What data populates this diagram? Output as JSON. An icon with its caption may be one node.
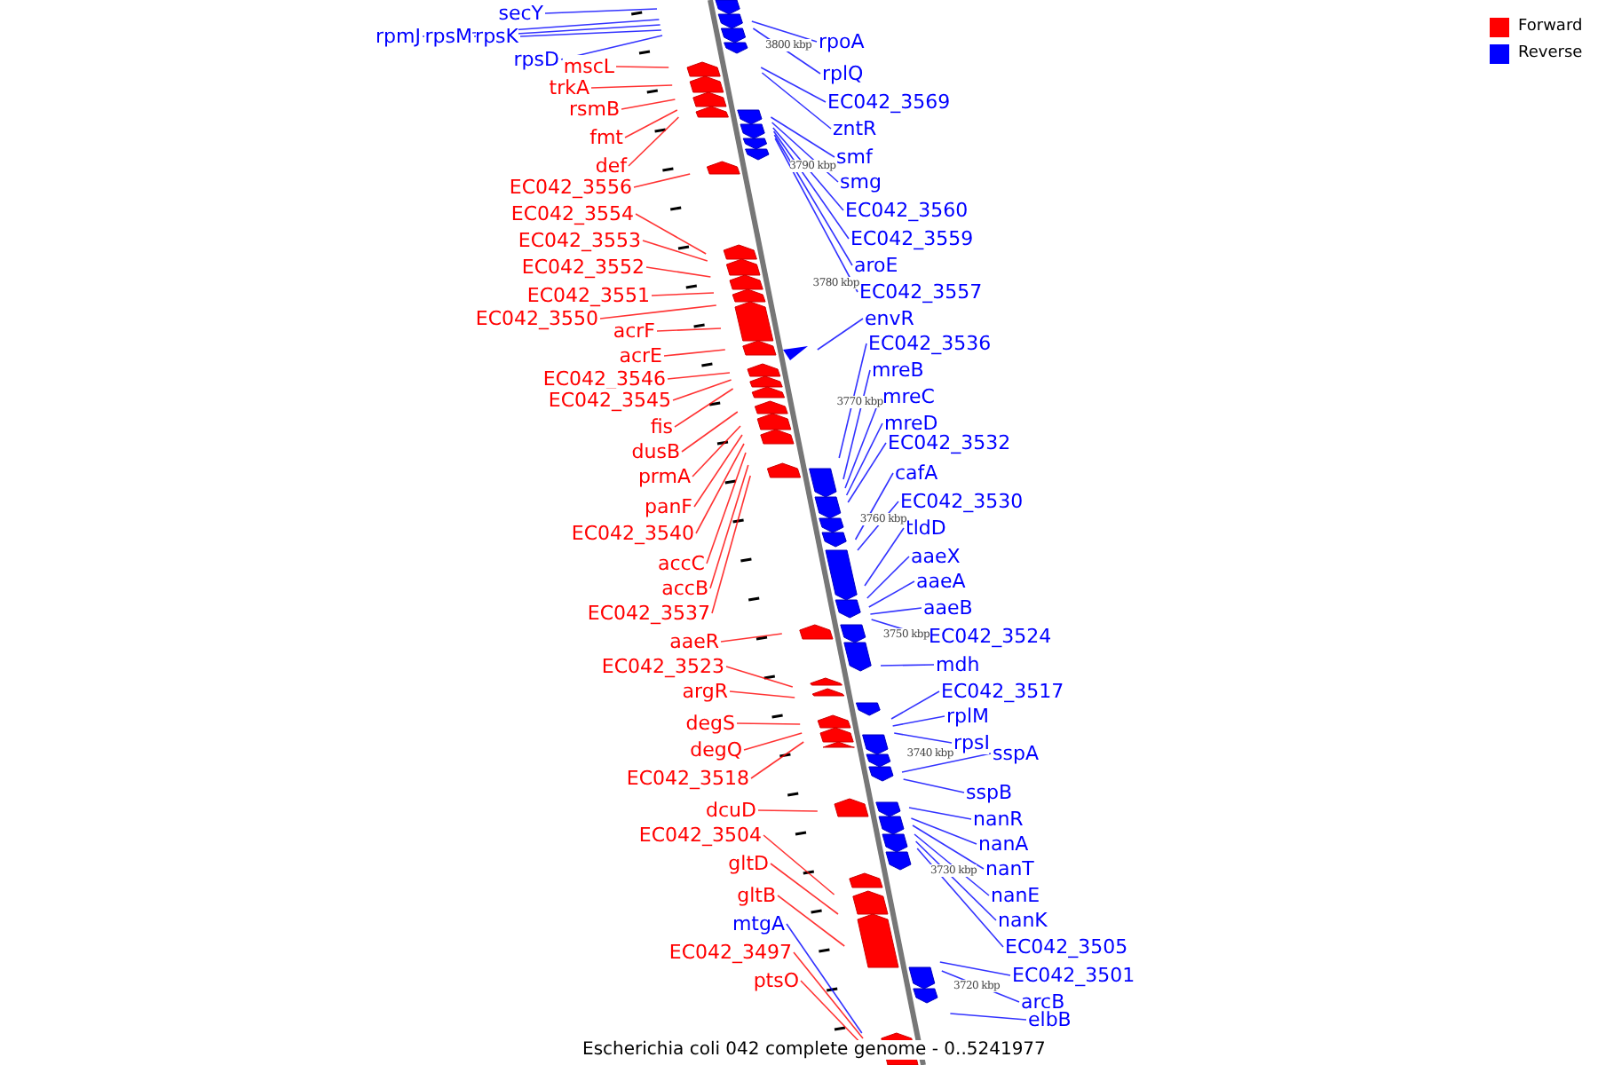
{
  "diagram": {
    "caption": "Escherichia coli 042 complete genome - 0..5241977",
    "nodes": [
      {
        "text": [
          "secY"
        ]
      },
      {
        "text": [
          "rpmJ"
        ]
      },
      {
        "text": [
          "rpsM"
        ]
      },
      {
        "text": [
          "rpsK"
        ]
      },
      {
        "text": [
          "rpsD"
        ]
      },
      {
        "text": [
          "mscL"
        ]
      },
      {
        "text": [
          "trkA"
        ]
      },
      {
        "text": [
          "rsmB"
        ]
      },
      {
        "text": [
          "fmt"
        ]
      },
      {
        "text": [
          "def"
        ]
      },
      {
        "text": [
          "EC042_3556"
        ]
      },
      {
        "text": [
          "EC042_3554"
        ]
      },
      {
        "text": [
          "EC042_3553"
        ]
      },
      {
        "text": [
          "EC042_3552"
        ]
      },
      {
        "text": [
          "EC042_3551"
        ]
      },
      {
        "text": [
          "EC042_3550"
        ]
      },
      {
        "text": [
          "acrF"
        ]
      },
      {
        "text": [
          "acrE"
        ]
      },
      {
        "text": [
          "EC042_3546"
        ]
      },
      {
        "text": [
          "EC042_3545"
        ]
      },
      {
        "text": [
          "fis"
        ]
      },
      {
        "text": [
          "dusB"
        ]
      },
      {
        "text": [
          "prmA"
        ]
      },
      {
        "text": [
          "panF"
        ]
      },
      {
        "text": [
          "EC042_3540"
        ]
      },
      {
        "text": [
          "accC"
        ]
      },
      {
        "text": [
          "accB"
        ]
      },
      {
        "text": [
          "EC042_3537"
        ]
      },
      {
        "text": [
          "aaeR"
        ]
      },
      {
        "text": [
          "EC042_3523"
        ]
      },
      {
        "text": [
          "argR"
        ]
      },
      {
        "text": [
          "degS"
        ]
      },
      {
        "text": [
          "degQ"
        ]
      },
      {
        "text": [
          "EC042_3518"
        ]
      },
      {
        "text": [
          "dcuD"
        ]
      },
      {
        "text": [
          "EC042_3504"
        ]
      },
      {
        "text": [
          "gltD"
        ]
      },
      {
        "text": [
          "gltB"
        ]
      },
      {
        "text": [
          "mtgA"
        ]
      },
      {
        "text": [
          "EC042_3497"
        ]
      },
      {
        "text": [
          "ptsO"
        ]
      },
      {
        "text": [
          "rpoA"
        ]
      },
      {
        "text": [
          "rplQ"
        ]
      },
      {
        "text": [
          "EC042_3569"
        ]
      },
      {
        "text": [
          "zntR"
        ]
      },
      {
        "text": [
          "smf"
        ]
      },
      {
        "text": [
          "smg"
        ]
      },
      {
        "text": [
          "EC042_3560"
        ]
      },
      {
        "text": [
          "EC042_3559"
        ]
      },
      {
        "text": [
          "aroE"
        ]
      },
      {
        "text": [
          "EC042_3557"
        ]
      },
      {
        "text": [
          "envR"
        ]
      },
      {
        "text": [
          "EC042_3536"
        ]
      },
      {
        "text": [
          "mreB"
        ]
      },
      {
        "text": [
          "mreC"
        ]
      },
      {
        "text": [
          "mreD"
        ]
      },
      {
        "text": [
          "EC042_3532"
        ]
      },
      {
        "text": [
          "cafA"
        ]
      },
      {
        "text": [
          "EC042_3530"
        ]
      },
      {
        "text": [
          "tldD"
        ]
      },
      {
        "text": [
          "aaeX"
        ]
      },
      {
        "text": [
          "aaeA"
        ]
      },
      {
        "text": [
          "aaeB"
        ]
      },
      {
        "text": [
          "EC042_3524"
        ]
      },
      {
        "text": [
          "mdh"
        ]
      },
      {
        "text": [
          "EC042_3517"
        ]
      },
      {
        "text": [
          "rplM"
        ]
      },
      {
        "text": [
          "rpsI"
        ]
      },
      {
        "text": [
          "sspA"
        ]
      },
      {
        "text": [
          "sspB"
        ]
      },
      {
        "text": [
          "nanR"
        ]
      },
      {
        "text": [
          "nanA"
        ]
      },
      {
        "text": [
          "nanT"
        ]
      },
      {
        "text": [
          "nanE"
        ]
      },
      {
        "text": [
          "nanK"
        ]
      },
      {
        "text": [
          "EC042_3505"
        ]
      },
      {
        "text": [
          "EC042_3501"
        ]
      },
      {
        "text": [
          "arcB"
        ]
      },
      {
        "text": [
          "elbB"
        ]
      }
    ],
    "edges": [
      {
        "from": 0,
        "to": null,
        "arrow": "none"
      },
      {
        "from": 1,
        "to": null,
        "arrow": "none"
      },
      {
        "from": 2,
        "to": null,
        "arrow": "none"
      },
      {
        "from": 3,
        "to": null,
        "arrow": "none"
      },
      {
        "from": 4,
        "to": null,
        "arrow": "none"
      },
      {
        "from": 5,
        "to": null,
        "arrow": "none",
        "color": "#ff0000"
      },
      {
        "from": 6,
        "to": null,
        "arrow": "none",
        "color": "#ff0000"
      },
      {
        "from": 7,
        "to": null,
        "arrow": "none",
        "color": "#ff0000"
      },
      {
        "from": 8,
        "to": null,
        "arrow": "none",
        "color": "#ff0000"
      },
      {
        "from": 9,
        "to": null,
        "arrow": "none",
        "color": "#ff0000"
      },
      {
        "from": 10,
        "to": null,
        "arrow": "none",
        "color": "#ff0000"
      },
      {
        "from": 11,
        "to": null,
        "arrow": "none",
        "color": "#ff0000"
      },
      {
        "from": 12,
        "to": null,
        "arrow": "none",
        "color": "#ff0000"
      },
      {
        "from": 13,
        "to": null,
        "arrow": "none",
        "color": "#ff0000"
      },
      {
        "from": 14,
        "to": null,
        "arrow": "none",
        "color": "#ff0000"
      },
      {
        "from": 15,
        "to": null,
        "arrow": "none",
        "color": "#ff0000"
      },
      {
        "from": 16,
        "to": null,
        "arrow": "none",
        "color": "#ff0000"
      },
      {
        "from": 17,
        "to": null,
        "arrow": "none",
        "color": "#ff0000"
      },
      {
        "from": 18,
        "to": null,
        "arrow": "none",
        "color": "#ff0000"
      },
      {
        "from": 19,
        "to": null,
        "arrow": "none",
        "color": "#ff0000"
      },
      {
        "from": 20,
        "to": null,
        "arrow": "none",
        "color": "#ff0000"
      },
      {
        "from": 21,
        "to": null,
        "arrow": "none",
        "color": "#ff0000"
      },
      {
        "from": 22,
        "to": null,
        "arrow": "none",
        "color": "#ff0000"
      },
      {
        "from": 23,
        "to": null,
        "arrow": "none",
        "color": "#ff0000"
      },
      {
        "from": 24,
        "to": null,
        "arrow": "none",
        "color": "#ff0000"
      },
      {
        "from": 25,
        "to": null,
        "arrow": "none",
        "color": "#ff0000"
      },
      {
        "from": 26,
        "to": null,
        "arrow": "none",
        "color": "#ff0000"
      },
      {
        "from": 27,
        "to": null,
        "arrow": "none",
        "color": "#ff0000"
      },
      {
        "from": 28,
        "to": null,
        "arrow": "none",
        "color": "#ff0000"
      },
      {
        "from": 29,
        "to": null,
        "arrow": "none",
        "color": "#ff0000"
      },
      {
        "from": 30,
        "to": null,
        "arrow": "none",
        "color": "#ff0000"
      },
      {
        "from": 31,
        "to": null,
        "arrow": "none",
        "color": "#ff0000"
      },
      {
        "from": 32,
        "to": null,
        "arrow": "none",
        "color": "#ff0000"
      },
      {
        "from": 33,
        "to": null,
        "arrow": "none",
        "color": "#ff0000"
      },
      {
        "from": 34,
        "to": null,
        "arrow": "none",
        "color": "#ff0000"
      },
      {
        "from": 35,
        "to": null,
        "arrow": "none",
        "color": "#ff0000"
      },
      {
        "from": 36,
        "to": null,
        "arrow": "none",
        "color": "#ff0000"
      },
      {
        "from": 37,
        "to": null,
        "arrow": "none",
        "color": "#ff0000"
      },
      {
        "from": 38,
        "to": null,
        "arrow": "none"
      },
      {
        "from": 39,
        "to": null,
        "arrow": "none",
        "color": "#ff0000"
      },
      {
        "from": 40,
        "to": null,
        "arrow": "none",
        "color": "#ff0000"
      },
      {
        "from": 41,
        "to": null,
        "arrow": "none"
      },
      {
        "from": 42,
        "to": null,
        "arrow": "none"
      },
      {
        "from": 43,
        "to": null,
        "arrow": "none"
      },
      {
        "from": 44,
        "to": null,
        "arrow": "none"
      },
      {
        "from": 45,
        "to": null,
        "arrow": "none"
      },
      {
        "from": 46,
        "to": null,
        "arrow": "none"
      },
      {
        "from": 47,
        "to": null,
        "arrow": "none"
      },
      {
        "from": 48,
        "to": null,
        "arrow": "none"
      },
      {
        "from": 49,
        "to": null,
        "arrow": "none"
      },
      {
        "from": 50,
        "to": null,
        "arrow": "none"
      },
      {
        "from": 51,
        "to": null,
        "arrow": "none"
      },
      {
        "from": 52,
        "to": null,
        "arrow": "none"
      },
      {
        "from": 53,
        "to": null,
        "arrow": "none"
      },
      {
        "from": 54,
        "to": null,
        "arrow": "none"
      },
      {
        "from": 55,
        "to": null,
        "arrow": "none"
      },
      {
        "from": 56,
        "to": null,
        "arrow": "none"
      },
      {
        "from": 57,
        "to": null,
        "arrow": "none"
      },
      {
        "from": 58,
        "to": null,
        "arrow": "none"
      },
      {
        "from": 59,
        "to": null,
        "arrow": "none"
      },
      {
        "from": 60,
        "to": null,
        "arrow": "none"
      },
      {
        "from": 61,
        "to": null,
        "arrow": "none"
      },
      {
        "from": 62,
        "to": null,
        "arrow": "none"
      },
      {
        "from": 63,
        "to": null,
        "arrow": "none"
      },
      {
        "from": 64,
        "to": null,
        "arrow": "none"
      },
      {
        "from": 65,
        "to": null,
        "arrow": "none"
      },
      {
        "from": 66,
        "to": null,
        "arrow": "none"
      },
      {
        "from": 67,
        "to": null,
        "arrow": "none"
      },
      {
        "from": 68,
        "to": null,
        "arrow": "none"
      },
      {
        "from": 69,
        "to": null,
        "arrow": "none"
      },
      {
        "from": 70,
        "to": null,
        "arrow": "none"
      },
      {
        "from": 71,
        "to": null,
        "arrow": "none"
      },
      {
        "from": 72,
        "to": null,
        "arrow": "none"
      },
      {
        "from": 73,
        "to": null,
        "arrow": "none"
      },
      {
        "from": 74,
        "to": null,
        "arrow": "none"
      },
      {
        "from": 75,
        "to": null,
        "arrow": "none"
      },
      {
        "from": 76,
        "to": null,
        "arrow": "none"
      },
      {
        "from": 77,
        "to": null,
        "arrow": "none"
      },
      {
        "from": 78,
        "to": null,
        "arrow": "none"
      }
    ],
    "labels": [
      "3800 kbp",
      "3790 kbp",
      "3780 kbp",
      "3770 kbp",
      "3760 kbp",
      "3750 kbp",
      "3740 kbp",
      "3730 kbp",
      "3720 kbp"
    ],
    "legend": [
      {
        "text": "Forward",
        "color": "#ff0000"
      },
      {
        "text": "Reverse",
        "color": "#0000ff"
      }
    ]
  }
}
